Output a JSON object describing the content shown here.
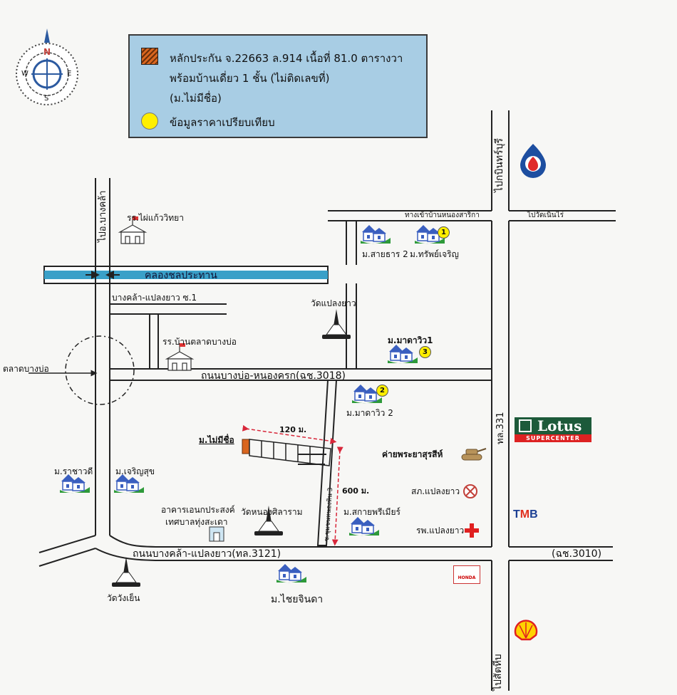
{
  "compass": {
    "n": "N",
    "s": "S",
    "e": "E",
    "w": "W"
  },
  "legend": {
    "collateral_line1": "หลักประกัน จ.22663 ล.914 เนื้อที่ 81.0 ตารางวา",
    "collateral_line2": "พร้อมบ้านเดี่ยว 1 ชั้น (ไม่ติดเลขที่)",
    "collateral_line3": "(ม.ไม่มีชื่อ)",
    "comparison": "ข้อมูลราคาเปรียบเทียบ"
  },
  "labels": {
    "to_bang_khla": "ไปอ.บางคล้า",
    "school_phai_kaeo": "รร.ไผ่แก้ววิทยา",
    "canal": "คลองชลประทาน",
    "bang_khla_plaeng_yao_soi1": "บางคล้า-แปลงยาว ซ.1",
    "school_ban_talat": "รร.บ้านตลาดบางบ่อ",
    "talat_bang_bo": "ตลาดบางบ่อ",
    "wat_plaeng_yao": "วัดแปลงยาว",
    "road_bang_bo_nong_khrok": "ถนนบางบ่อ-หนองครก(ฉช.3018)",
    "entrance_nong_sarika": "ทางเข้าบ้านหนองสาริกา",
    "to_wat_noen_rai": "ไปวัดเนินไร่",
    "to_kabin_buri": "ไปกบินทร์บุรี",
    "moo_saithara2": "ม.สายธาร 2",
    "moo_sap_charoen": "ม.ทรัพย์เจริญ",
    "moo_mada_villa1": "ม.มาดาวิว1",
    "moo_mada_villa2": "ม.มาดาวิว 2",
    "hwy_331": "ทล.331",
    "no_name_village": "ม.ไม่มีชื่อ",
    "dist_120": "120 ม.",
    "dist_600": "600 ม.",
    "camp": "ค่ายพระยาสุรสีห์",
    "police": "สภ.แปลงยาว",
    "hospital": "รพ.แปลงยาว",
    "moo_rachawadee": "ม.ราชาวดี",
    "moo_charoen_suk": "ม.เจริญสุข",
    "multipurpose1": "อาคารเอนกประสงค์",
    "multipurpose2": "เทศบาลทุ่งสะเดา",
    "wat_nong_silaram": "วัดหนองศิลาราม",
    "soi_nong_hin": "ซ.ชุมชนหนองหิน 3",
    "moo_sai_premier": "ม.สกายพรีเมียร์",
    "road_bang_khla_plaeng_yao": "ถนนบางคล้า-แปลงยาว(ทล.3121)",
    "road_3010": "(ฉช.3010)",
    "wat_wang_yen": "วัดวังเย็น",
    "moo_chai_chinda": "ม.ไชยจินดา",
    "to_sattahip": "ไปสัตหีบ"
  },
  "brands": {
    "lotus": "Lotus",
    "lotus_sub": "SUPERCENTER",
    "tmb_t": "T",
    "tmb_m": "M",
    "tmb_b": "B",
    "honda": "HONDA"
  },
  "markers": {
    "one": "1",
    "two": "2",
    "three": "3"
  },
  "colors": {
    "road": "#ffffff",
    "road_edge": "#222222",
    "canal": "#3aa0c8",
    "legend_bg": "#a8cde4",
    "plot": "#d9661f",
    "comparison_dot": "#ffef00",
    "house_blue": "#3a5fbf",
    "house_green": "#2e9a3a",
    "distance_arrow": "#d8273a"
  }
}
